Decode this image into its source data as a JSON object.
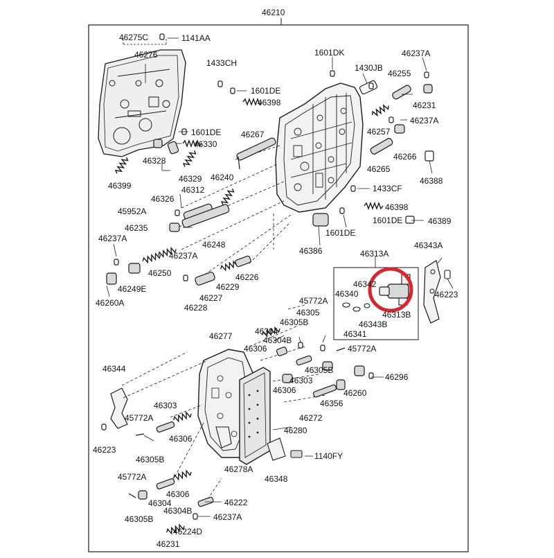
{
  "diagram": {
    "assembly_number": "46210",
    "colors": {
      "line": "#1a1a1a",
      "part_fill": "#d9d9d9",
      "highlight_circle": "#d7262e",
      "background": "#ffffff"
    },
    "highlighted_part": "46313B",
    "parts": [
      "46275C",
      "1141AA",
      "46276",
      "1433CH",
      "1601DK",
      "1430JB",
      "46237A",
      "46255",
      "1601DE",
      "46398",
      "46231",
      "1601DE",
      "46330",
      "46267",
      "46257",
      "46237A",
      "46328",
      "46329",
      "46266",
      "46388",
      "46399",
      "46326",
      "46312",
      "46240",
      "46265",
      "1433CF",
      "45952A",
      "46398",
      "46235",
      "46389",
      "1601DE",
      "1601DE",
      "46237A",
      "46248",
      "46386",
      "46313A",
      "46343A",
      "46237A",
      "46250",
      "46226",
      "46229",
      "46249E",
      "46227",
      "46260A",
      "46228",
      "46342",
      "46340",
      "46223",
      "46313B",
      "46343B",
      "46341",
      "45772A",
      "46305",
      "46305B",
      "46304",
      "46304B",
      "46277",
      "46306",
      "45772A",
      "46305B",
      "46303",
      "46296",
      "46344",
      "46306",
      "46260",
      "46356",
      "46303",
      "45772A",
      "46306",
      "46272",
      "46280",
      "46223",
      "46305B",
      "1140FY",
      "46278A",
      "46348",
      "45772A",
      "46306",
      "46304",
      "46222",
      "46304B",
      "46305B",
      "46237A",
      "46224D",
      "46231"
    ]
  }
}
